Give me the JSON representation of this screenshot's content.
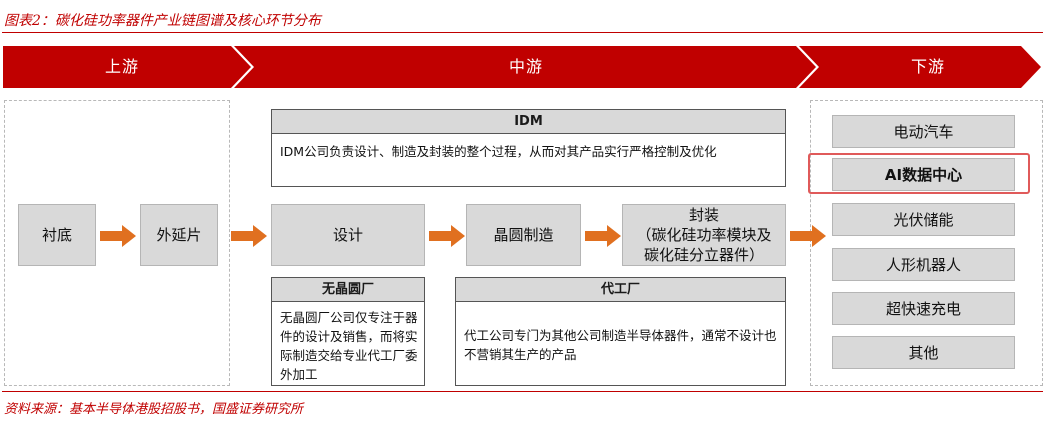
{
  "caption": "图表2：碳化硅功率器件产业链图谱及核心环节分布",
  "source": "资料来源：基本半导体港股招股书，国盛证券研究所",
  "colors": {
    "accent": "#c00000",
    "box_fill": "#d9d9d9",
    "arrow": "#e07020",
    "highlight": "#e05a5a"
  },
  "stages": {
    "upstream": "上游",
    "midstream": "中游",
    "downstream": "下游"
  },
  "upstream": {
    "substrate": "衬底",
    "epitaxy": "外延片"
  },
  "midstream": {
    "idm": {
      "title": "IDM",
      "desc": "IDM公司负责设计、制造及封装的整个过程，从而对其产品实行严格控制及优化"
    },
    "design": "设计",
    "wafer_fab": "晶圆制造",
    "packaging": {
      "line1": "封装",
      "line2": "（碳化硅功率模块及",
      "line3": "碳化硅分立器件）"
    },
    "fabless": {
      "title": "无晶圆厂",
      "desc": "无晶圆厂公司仅专注于器件的设计及销售，而将实际制造交给专业代工厂委外加工"
    },
    "foundry": {
      "title": "代工厂",
      "desc": "代工公司专门为其他公司制造半导体器件，通常不设计也不营销其生产的产品"
    }
  },
  "downstream": {
    "items": [
      "电动汽车",
      "AI数据中心",
      "光伏储能",
      "人形机器人",
      "超快速充电",
      "其他"
    ],
    "highlighted": "AI数据中心"
  }
}
